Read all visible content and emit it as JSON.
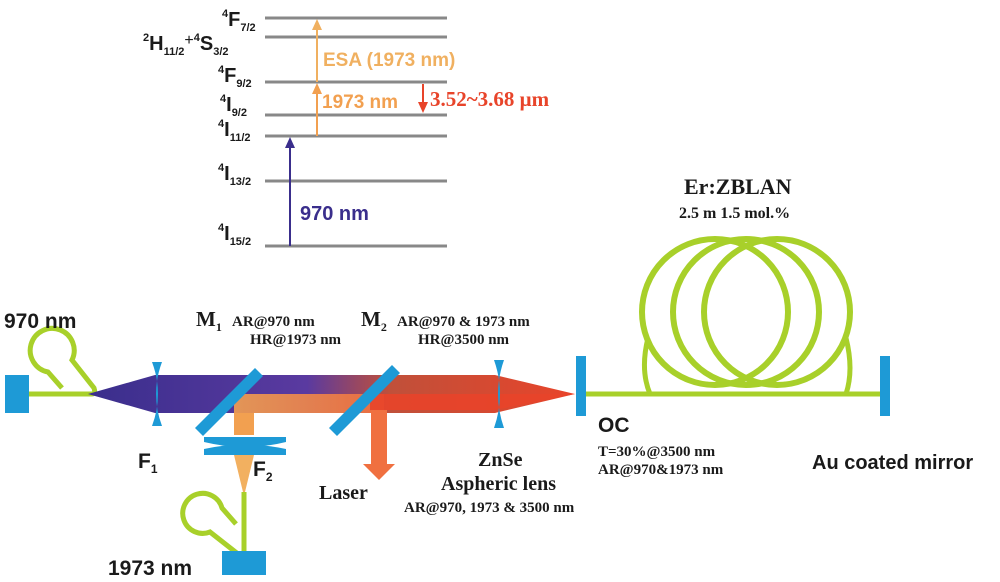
{
  "colors": {
    "level": "#888888",
    "pump_970": "#3a2e8c",
    "esa": "#f0b060",
    "pump_1973": "#f2a050",
    "laser": "#e8442a",
    "fiber": "#a8d02a",
    "optic": "#1e9ad6"
  },
  "energy_levels": {
    "f72": {
      "super": "4",
      "letter": "F",
      "sub": "7/2"
    },
    "h112": {
      "super": "2",
      "letter": "H",
      "sub": "11/2"
    },
    "plus": "+",
    "s32": {
      "super": "4",
      "letter": "S",
      "sub": "3/2"
    },
    "f92": {
      "super": "4",
      "letter": "F",
      "sub": "9/2"
    },
    "i92": {
      "super": "4",
      "letter": "I",
      "sub": "9/2"
    },
    "i112": {
      "super": "4",
      "letter": "I",
      "sub": "11/2"
    },
    "i132": {
      "super": "4",
      "letter": "I",
      "sub": "13/2"
    },
    "i152": {
      "super": "4",
      "letter": "I",
      "sub": "15/2"
    }
  },
  "transitions": {
    "esa": "ESA (1973 nm)",
    "pump_1973": "1973 nm",
    "laser": "3.52~3.68 μm",
    "pump_970": "970 nm"
  },
  "setup": {
    "source_970": "970 nm",
    "source_1973": "1973 nm",
    "f1": {
      "letter": "F",
      "sub": "1"
    },
    "f2": {
      "letter": "F",
      "sub": "2"
    },
    "m1": {
      "letter": "M",
      "sub": "1",
      "line1": "AR@970 nm",
      "line2": "HR@1973 nm"
    },
    "m2": {
      "letter": "M",
      "sub": "2",
      "line1": "AR@970 & 1973 nm",
      "line2": "HR@3500 nm"
    },
    "laser_out": "Laser",
    "lens": {
      "line1": "ZnSe",
      "line2": "Aspheric lens",
      "line3": "AR@970, 1973 & 3500 nm"
    },
    "oc": {
      "title": "OC",
      "line1": "T=30%@3500  nm",
      "line2": "AR@970&1973  nm"
    },
    "fiber": {
      "title": "Er:ZBLAN",
      "spec": "2.5 m 1.5 mol.%"
    },
    "mirror": "Au coated mirror"
  }
}
